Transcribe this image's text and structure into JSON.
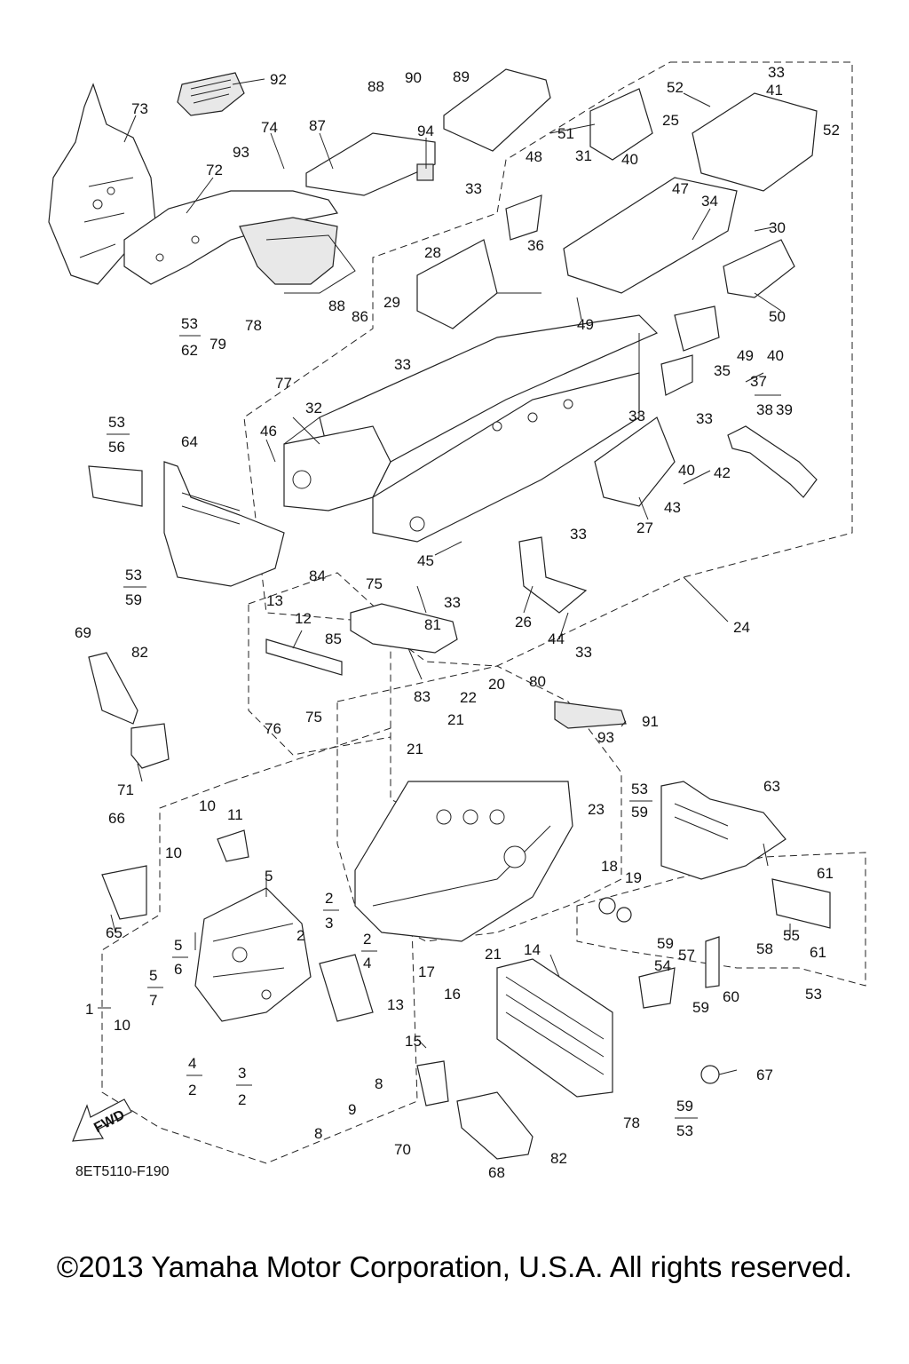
{
  "diagram": {
    "code": "8ET5110-F190",
    "fwd_label": "FWD",
    "labels": {
      "a1": "1",
      "a2": "2",
      "a3": "3",
      "a4": "4",
      "a5": "5",
      "a6": "6",
      "a7": "7",
      "a8": "8",
      "a9": "9",
      "a10": "10",
      "a11": "11",
      "a12": "12",
      "a13": "13",
      "a14": "14",
      "a15": "15",
      "a16": "16",
      "a17": "17",
      "a18": "18",
      "a19": "19",
      "a20": "20",
      "a21": "21",
      "a22": "22",
      "a23": "23",
      "a24": "24",
      "a25": "25",
      "a26": "26",
      "a27": "27",
      "a28": "28",
      "a29": "29",
      "a30": "30",
      "a31": "31",
      "a32": "32",
      "a33": "33",
      "a34": "34",
      "a35": "35",
      "a36": "36",
      "a37": "37",
      "a38": "38",
      "a39": "39",
      "a40": "40",
      "a41": "41",
      "a42": "42",
      "a43": "43",
      "a44": "44",
      "a45": "45",
      "a46": "46",
      "a47": "47",
      "a48": "48",
      "a49": "49",
      "a50": "50",
      "a51": "51",
      "a52": "52",
      "a53": "53",
      "a54": "54",
      "a55": "55",
      "a56": "56",
      "a57": "57",
      "a58": "58",
      "a59": "59",
      "a60": "60",
      "a61": "61",
      "a62": "62",
      "a63": "63",
      "a64": "64",
      "a65": "65",
      "a66": "66",
      "a67": "67",
      "a68": "68",
      "a69": "69",
      "a70": "70",
      "a71": "71",
      "a72": "72",
      "a73": "73",
      "a74": "74",
      "a75": "75",
      "a76": "76",
      "a77": "77",
      "a78": "78",
      "a79": "79",
      "a80": "80",
      "a81": "81",
      "a82": "82",
      "a83": "83",
      "a84": "84",
      "a85": "85",
      "a86": "86",
      "a87": "87",
      "a88": "88",
      "a89": "89",
      "a90": "90",
      "a91": "91",
      "a92": "92",
      "a93": "93",
      "a94": "94"
    }
  },
  "footer": {
    "copyright": "©2013 Yamaha Motor Corporation, U.S.A. All rights reserved."
  }
}
